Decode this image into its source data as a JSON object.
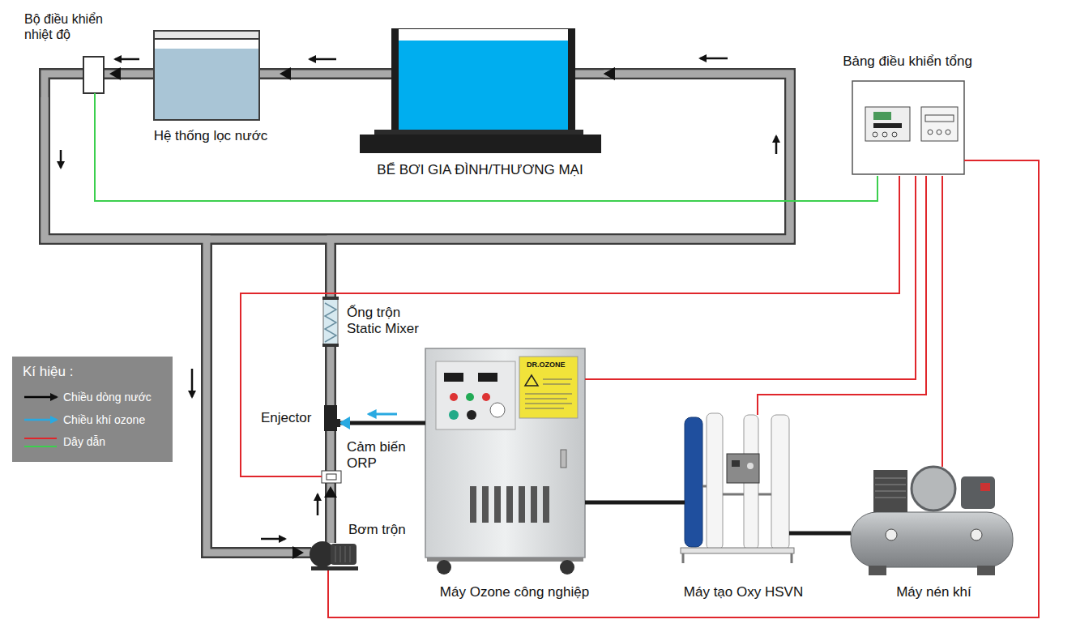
{
  "diagram": {
    "nodes": [
      {
        "text": [
          "Bộ điều khiển nhiệt độ"
        ]
      },
      {
        "text": [
          "Hệ thống lọc nước"
        ]
      },
      {
        "text": [
          "BỂ BƠI GIA ĐÌNH/THƯƠNG MẠI"
        ]
      },
      {
        "text": [
          "Bảng điều khiển tổng"
        ]
      },
      {
        "text": [
          "Ống trộn Static Mixer"
        ]
      },
      {
        "text": [
          "Enjector"
        ]
      },
      {
        "text": [
          "Cảm biến ORP"
        ]
      },
      {
        "text": [
          "Máy Ozone công nghiệp"
        ]
      },
      {
        "text": [
          "Bơm trộn"
        ]
      },
      {
        "text": [
          "Máy tạo Oxy HSVN"
        ]
      },
      {
        "text": [
          "Máy nén khí"
        ]
      }
    ],
    "edges": [
      {
        "from": 2,
        "to": 1,
        "arrow": "to"
      },
      {
        "from": 1,
        "to": 0,
        "arrow": "to"
      },
      {
        "from": 0,
        "to": 2,
        "arrow": "to"
      },
      {
        "from": 0,
        "to": 8,
        "arrow": "to"
      },
      {
        "from": 8,
        "to": 6,
        "arrow": "to"
      },
      {
        "from": 6,
        "to": 5,
        "arrow": "none"
      },
      {
        "from": 5,
        "to": 4,
        "arrow": "none"
      },
      {
        "from": 4,
        "to": 2,
        "arrow": "to"
      },
      {
        "from": 7,
        "to": 5,
        "arrow": "to"
      },
      {
        "from": 9,
        "to": 7,
        "arrow": "none"
      },
      {
        "from": 10,
        "to": 9,
        "arrow": "none"
      },
      {
        "from": 3,
        "to": 0,
        "arrow": "none"
      },
      {
        "from": 3,
        "to": 6,
        "arrow": "none"
      },
      {
        "from": 3,
        "to": 7,
        "arrow": "none"
      },
      {
        "from": 3,
        "to": 9,
        "arrow": "none"
      },
      {
        "from": 3,
        "to": 10,
        "arrow": "none"
      },
      {
        "from": 3,
        "to": 8,
        "arrow": "none"
      }
    ],
    "labels": [
      "Kí hiệu :",
      "DR.OZONE"
    ],
    "legend": [
      {
        "text": "Chiều dòng nước"
      },
      {
        "text": "Chiều khí ozone"
      },
      {
        "text": "Dây dẫn"
      }
    ]
  }
}
